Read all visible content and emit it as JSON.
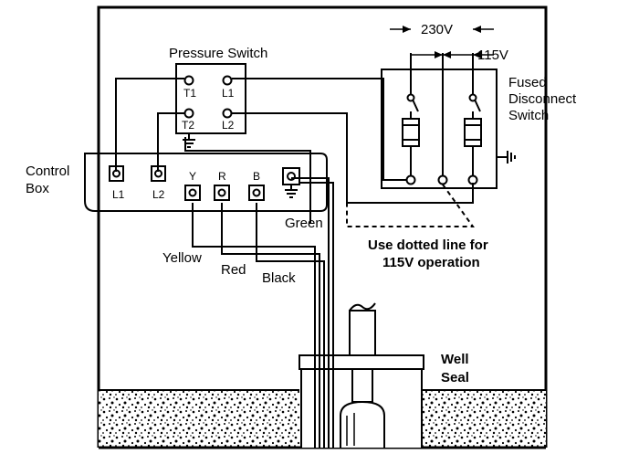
{
  "labels": {
    "pressure_switch": "Pressure Switch",
    "control_box": [
      "Control",
      "Box"
    ],
    "fused_disconnect": [
      "Fused",
      "Disconnect",
      "Switch"
    ],
    "v230": "230V",
    "v115": "115V",
    "note": [
      "Use dotted line for",
      "115V operation"
    ],
    "well_seal": [
      "Well",
      "Seal"
    ],
    "wires": {
      "yellow": "Yellow",
      "red": "Red",
      "black": "Black",
      "green": "Green"
    }
  },
  "terminals": {
    "pressure_switch": [
      "T1",
      "L1",
      "T2",
      "L2"
    ],
    "control_box": [
      "L1",
      "L2",
      "Y",
      "R",
      "B"
    ]
  }
}
